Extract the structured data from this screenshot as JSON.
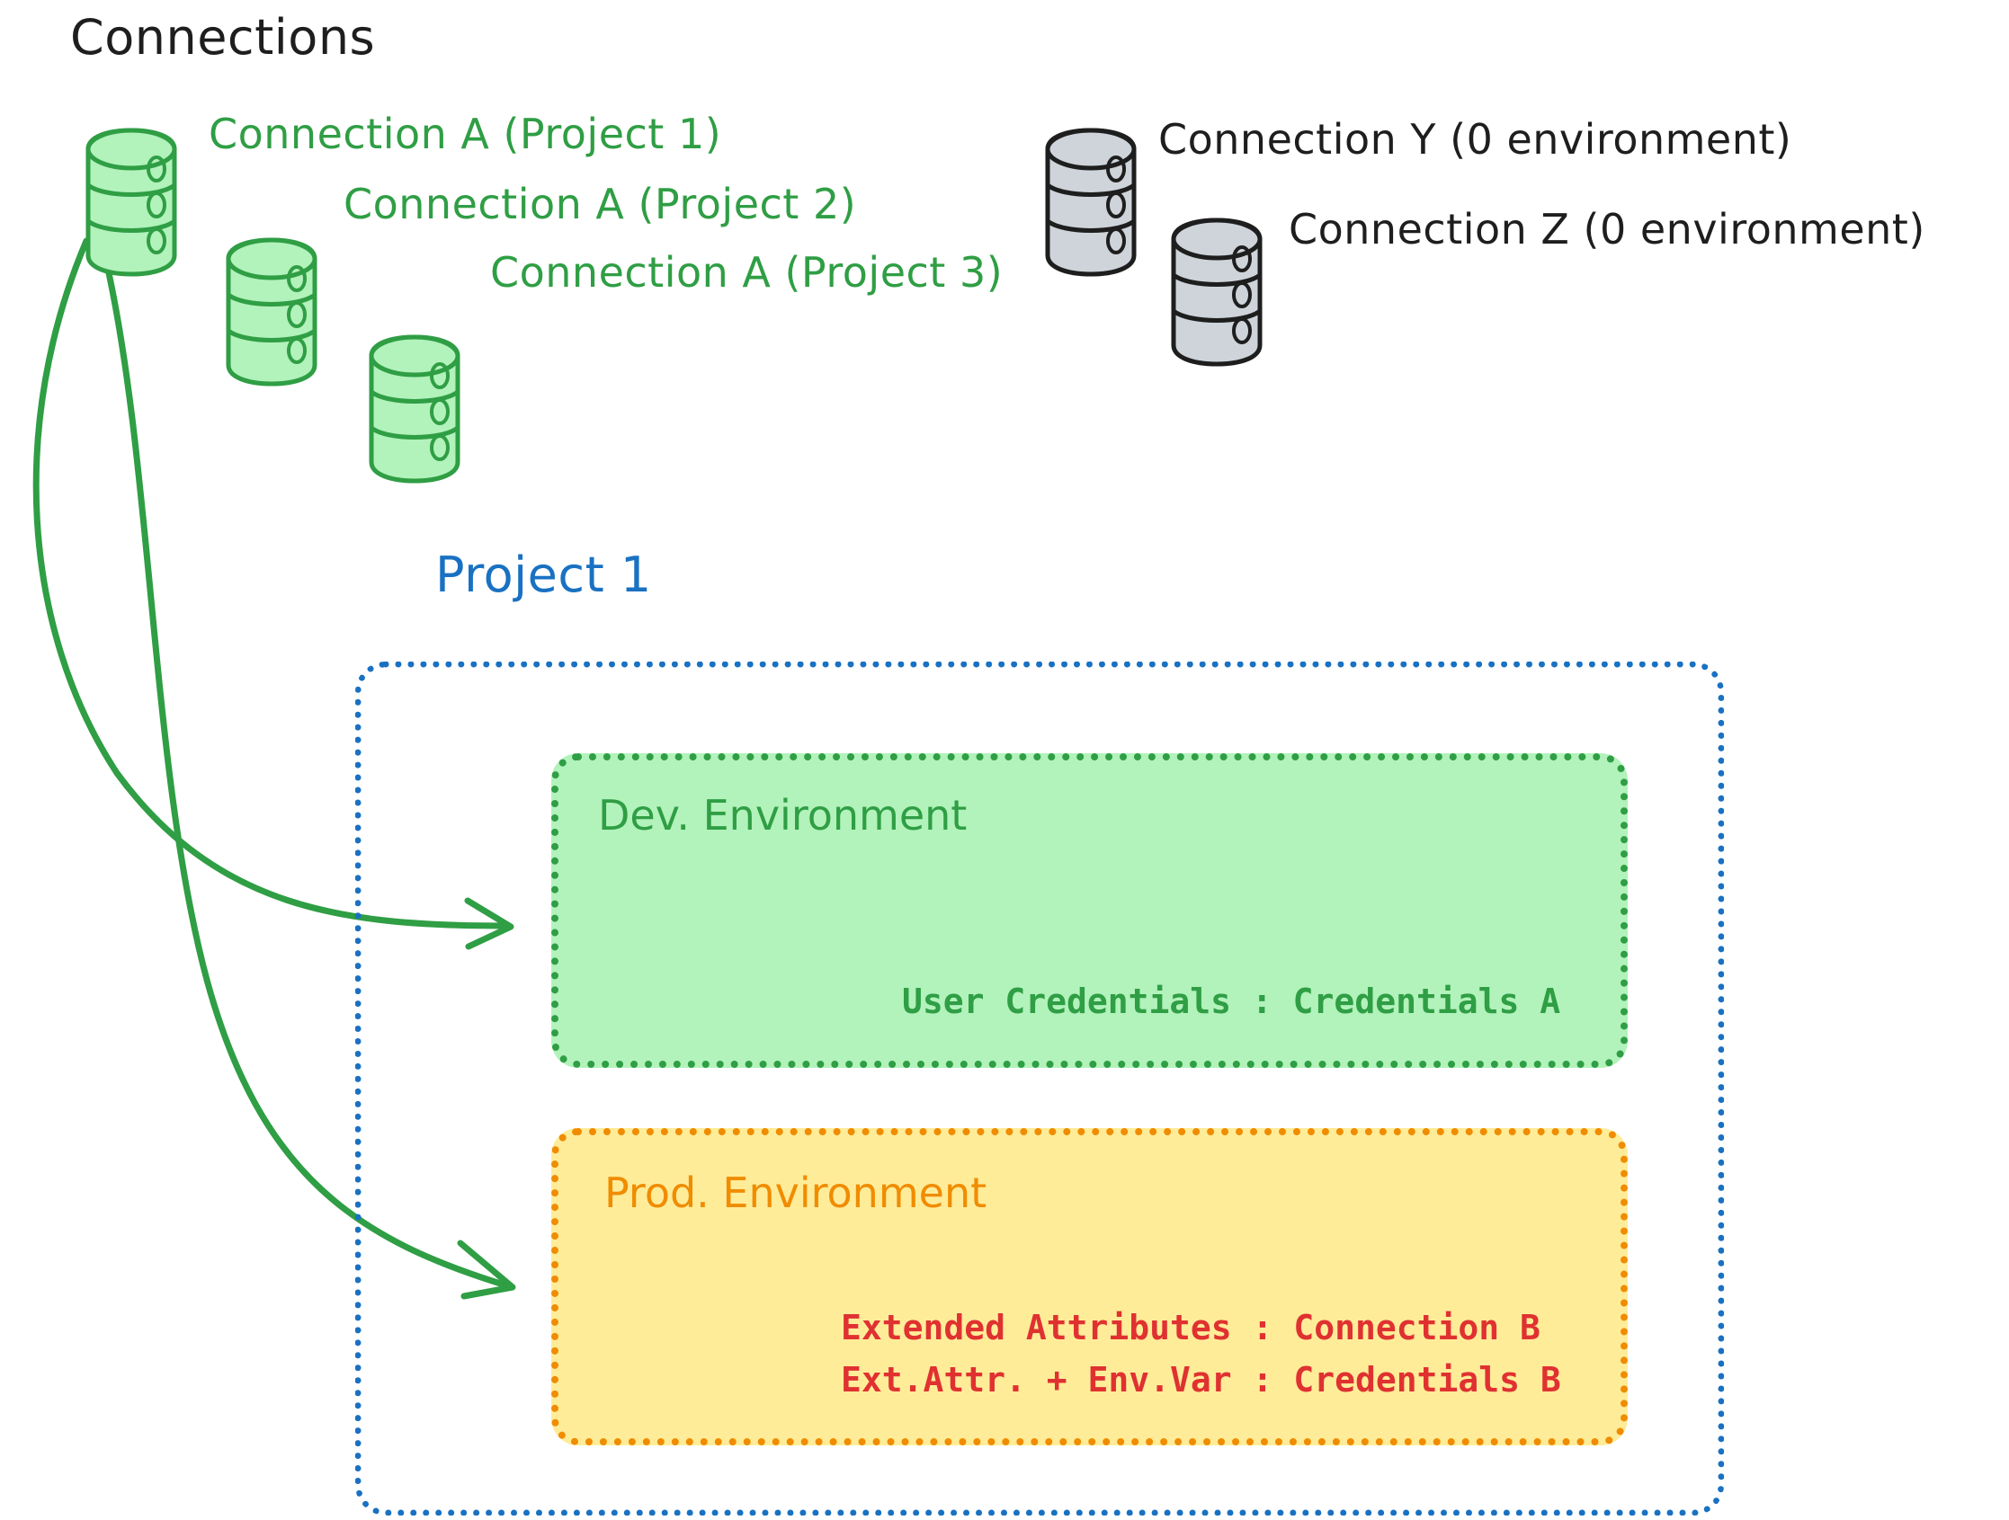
{
  "diagram": {
    "title": "Connections",
    "project_title": "Project 1",
    "colors": {
      "green_stroke": "#2f9e44",
      "green_fill": "#b2f2bb",
      "gray_stroke": "#1e1e1e",
      "gray_fill": "#ced4da",
      "blue": "#1971c2",
      "orange": "#f08c00",
      "yellow_fill": "#ffec99",
      "red": "#e03131",
      "black": "#1e1e1e"
    },
    "connections": [
      {
        "id": "a1",
        "label": "Connection A (Project 1)",
        "color": "green",
        "db_icon": "database-icon"
      },
      {
        "id": "a2",
        "label": "Connection A (Project 2)",
        "color": "green",
        "db_icon": "database-icon"
      },
      {
        "id": "a3",
        "label": "Connection A (Project 3)",
        "color": "green",
        "db_icon": "database-icon"
      },
      {
        "id": "y",
        "label": "Connection Y (0 environment)",
        "color": "black",
        "db_icon": "database-icon"
      },
      {
        "id": "z",
        "label": "Connection Z (0 environment)",
        "color": "black",
        "db_icon": "database-icon"
      }
    ],
    "environments": [
      {
        "id": "dev",
        "title": "Dev. Environment",
        "accent": "#2f9e44",
        "fill": "#b2f2bb",
        "lines": [
          "User Credentials : Credentials A"
        ]
      },
      {
        "id": "prod",
        "title": "Prod. Environment",
        "accent": "#f08c00",
        "fill": "#ffec99",
        "lines": [
          "Extended Attributes : Connection B",
          "Ext.Attr. + Env.Var : Credentials B"
        ]
      }
    ],
    "arrows": [
      {
        "id": "arrow-to-dev",
        "from": "connection-a-project-1",
        "to": "dev-environment",
        "color": "#2f9e44"
      },
      {
        "id": "arrow-to-prod",
        "from": "connection-a-project-1",
        "to": "prod-environment",
        "color": "#2f9e44"
      }
    ]
  }
}
